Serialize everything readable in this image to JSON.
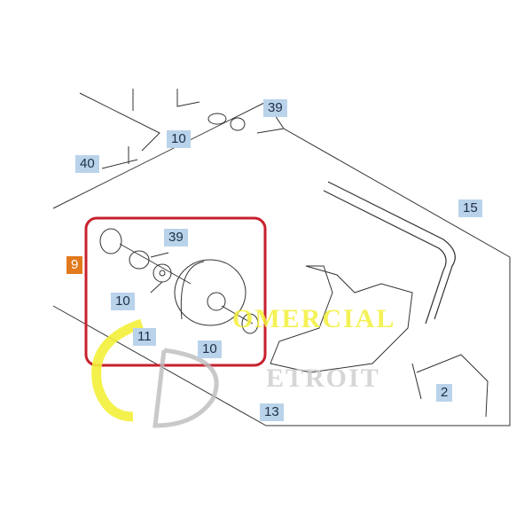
{
  "labels": {
    "l39_top": "39",
    "l10_top": "10",
    "l40": "40",
    "l15": "15",
    "l9": "9",
    "l39_box": "39",
    "l10_box_left": "10",
    "l11": "11",
    "l10_box_right": "10",
    "l2": "2",
    "l13": "13"
  },
  "watermark": {
    "line1": "OMERCIAL",
    "line2": "ETROIT"
  },
  "colors": {
    "highlight_box": "#c8202e",
    "label_bg": "#b9d3ea",
    "kit_label_bg": "#e2791c",
    "watermark_yellow": "#f3f03a"
  }
}
